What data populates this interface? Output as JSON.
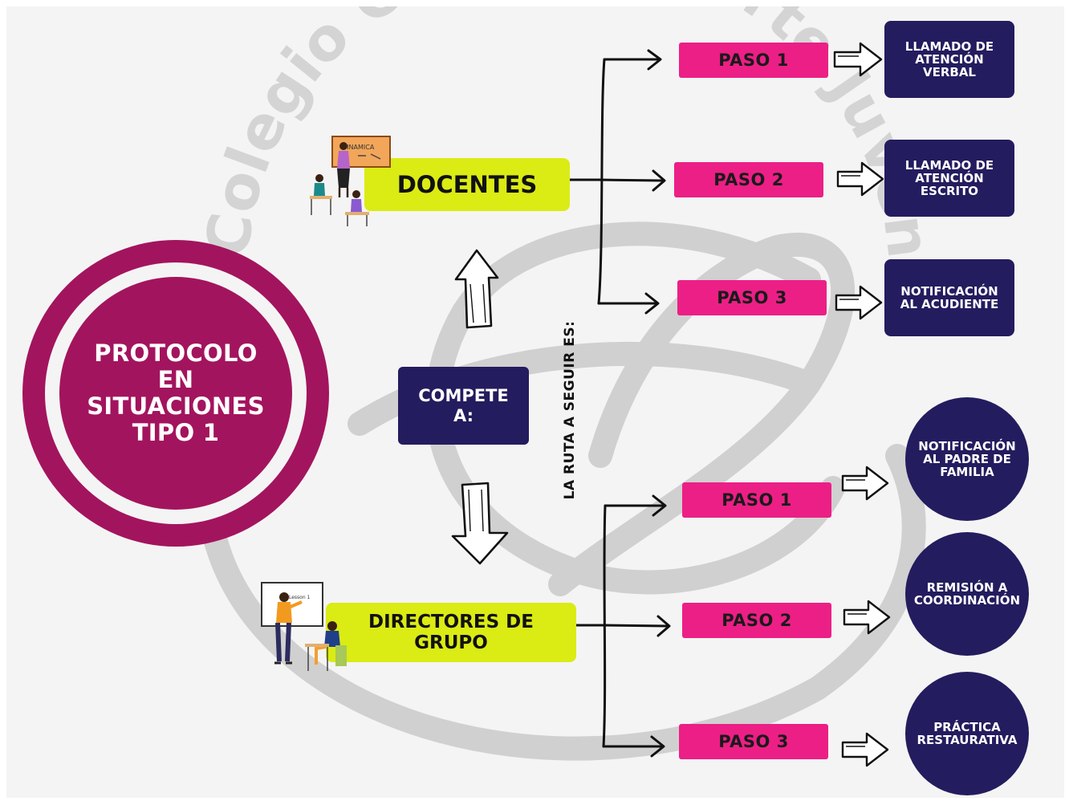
{
  "watermark": {
    "text": "Colegio Centro de Arte Juvenil",
    "monogram": "CJ"
  },
  "main": {
    "title": "PROTOCOLO\nEN\nSITUACIONES\nTIPO 1"
  },
  "center": {
    "compete_label": "COMPETE\nA:",
    "route_label": "LA RUTA A SEGUIR ES:"
  },
  "roles": [
    {
      "label": "DOCENTES",
      "illustration": "classroom-teacher-icon",
      "board_text": "DINAMICA",
      "steps": [
        {
          "label": "PASO 1",
          "result": "LLAMADO DE\nATENCIÓN\nVERBAL"
        },
        {
          "label": "PASO 2",
          "result": "LLAMADO DE\nATENCIÓN\nESCRITO"
        },
        {
          "label": "PASO 3",
          "result": "NOTIFICACIÓN\nAL ACUDIENTE"
        }
      ]
    },
    {
      "label": "DIRECTORES DE\nGRUPO",
      "illustration": "teacher-whiteboard-student-icon",
      "board_text": "Lesson 1",
      "steps": [
        {
          "label": "PASO 1",
          "result": "NOTIFICACIÓN\nAL PADRE DE\nFAMILIA"
        },
        {
          "label": "PASO 2",
          "result": "REMISIÓN A\nCOORDINACIÓN"
        },
        {
          "label": "PASO 3",
          "result": "PRÁCTICA\nRESTAURATIVA"
        }
      ]
    }
  ],
  "colors": {
    "magenta_primary": "#a3145e",
    "navy": "#231c5e",
    "pink_step": "#ec1f86",
    "lime": "#dbeb14",
    "watermark_gray": "#c9c9c9"
  }
}
